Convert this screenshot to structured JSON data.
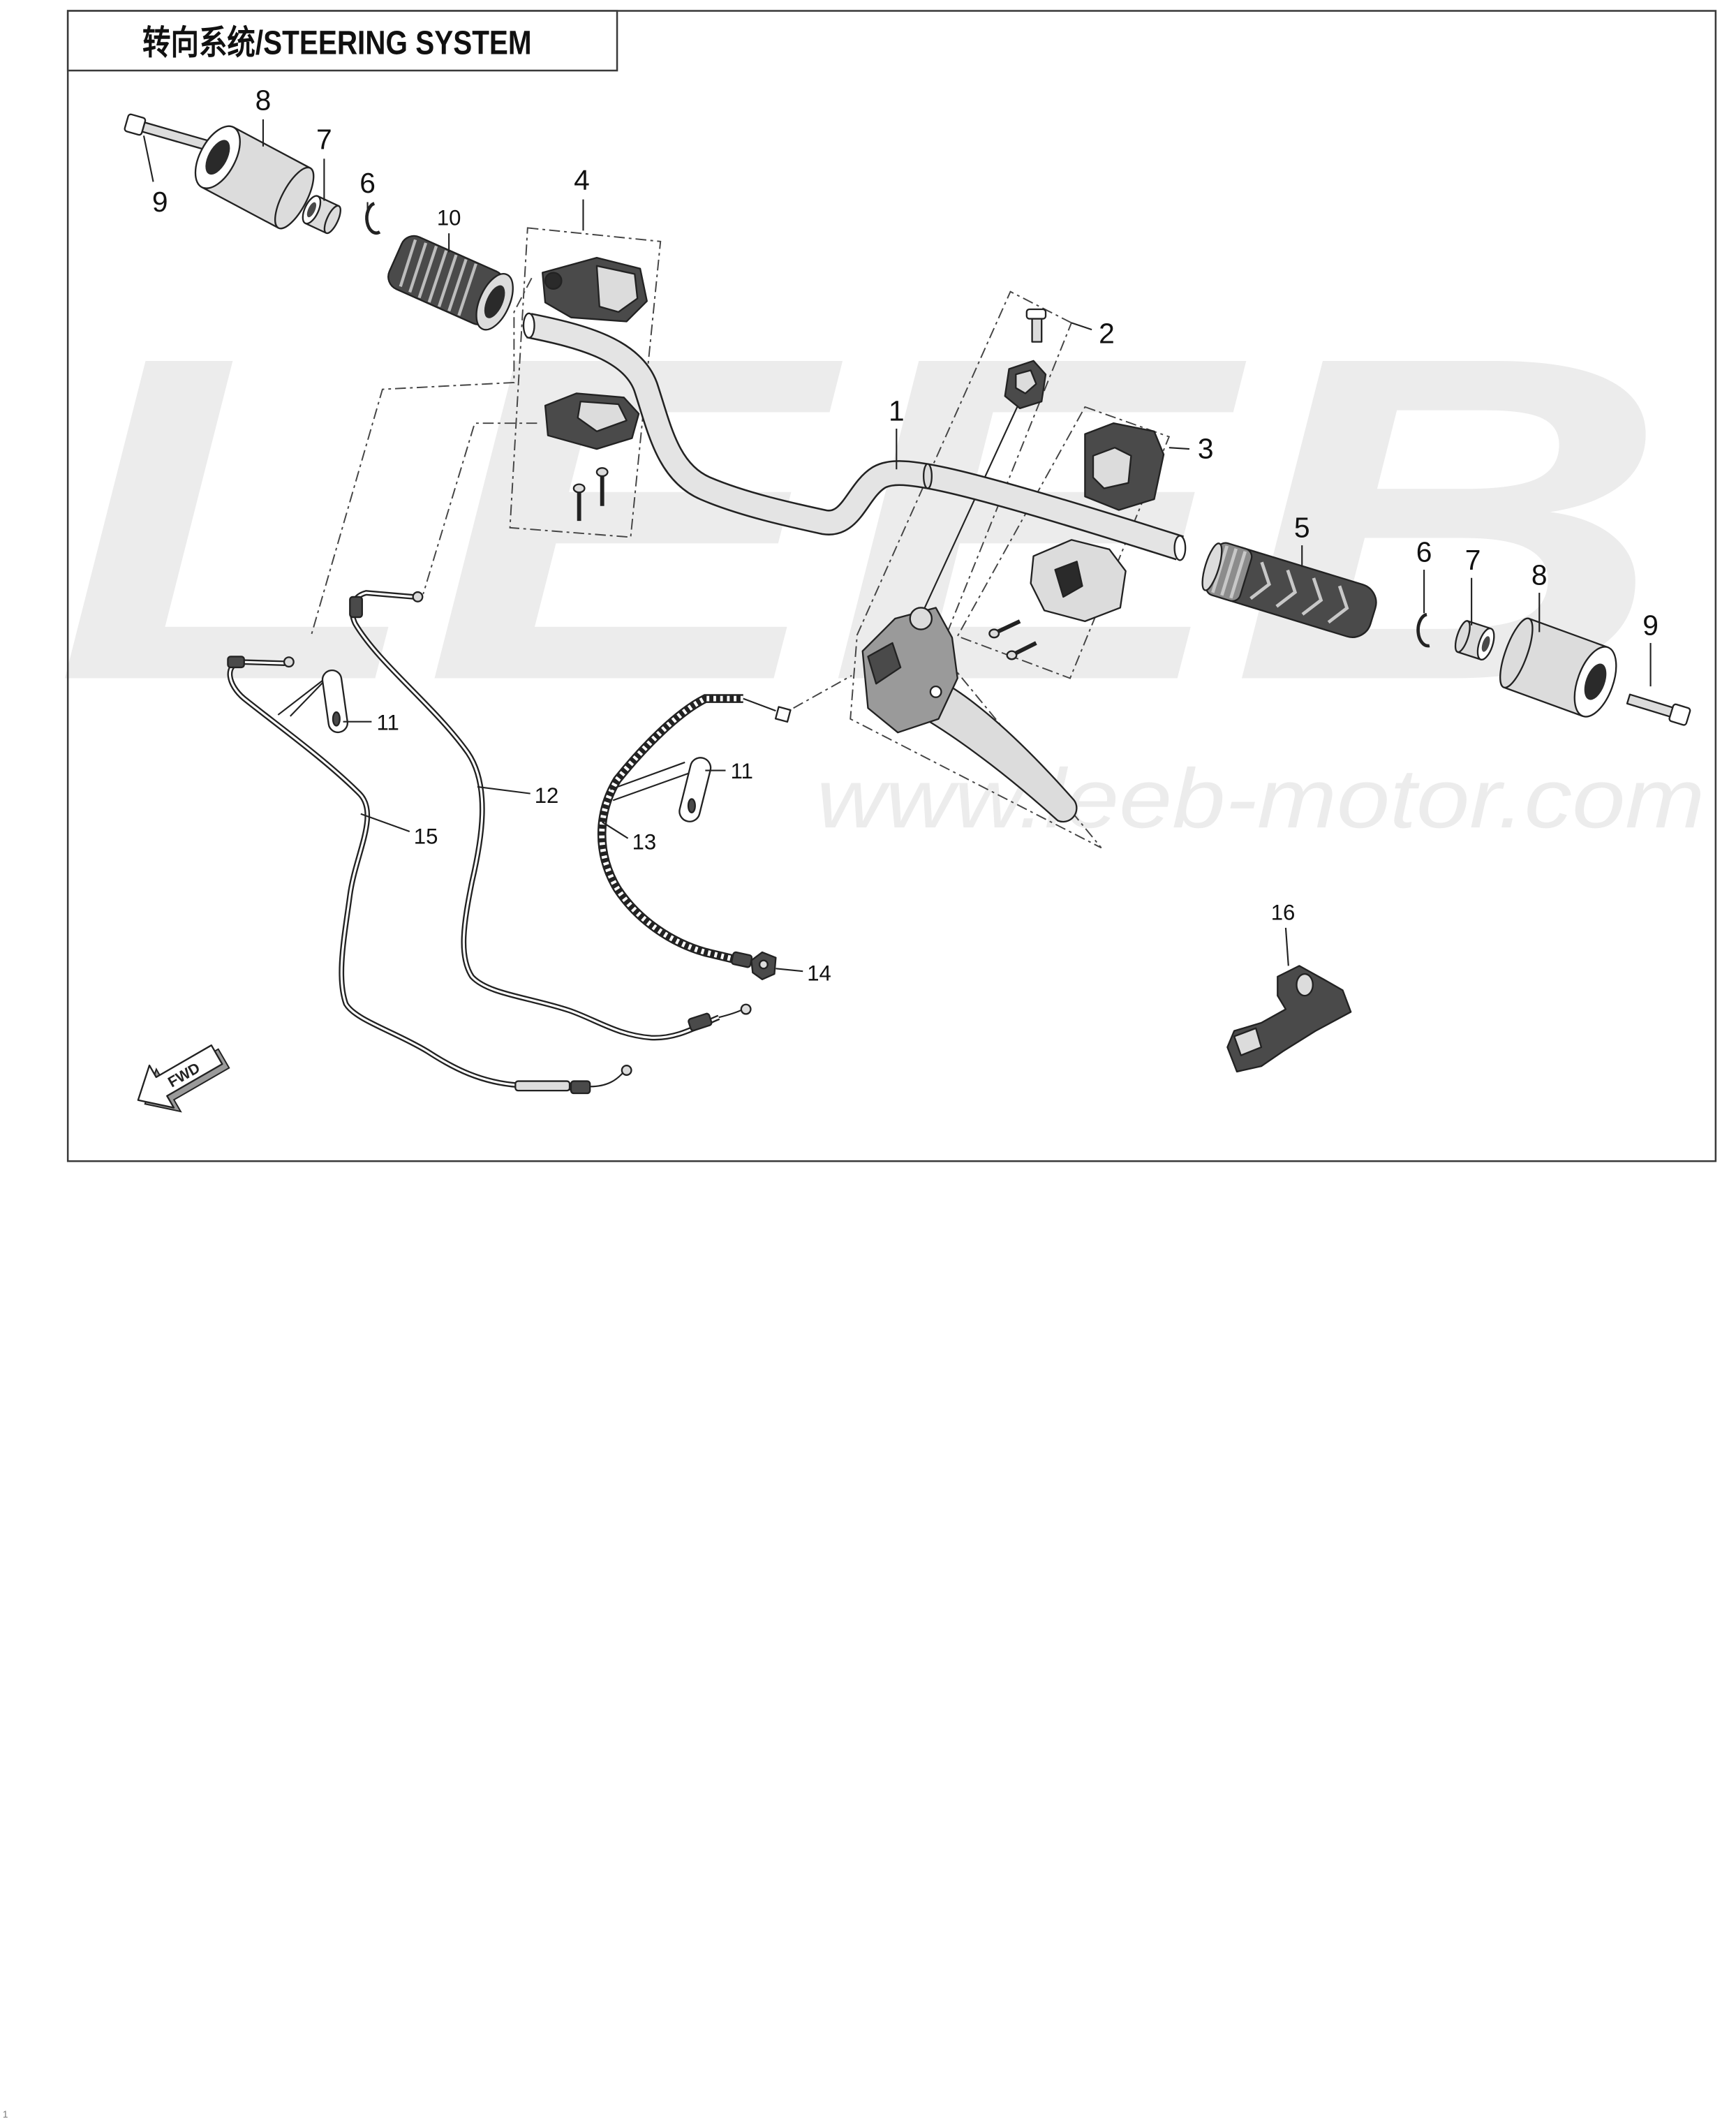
{
  "title": "转向系统/STEERING SYSTEM",
  "watermark": {
    "brand": "LEEB",
    "website": "www.leeb-motor.com"
  },
  "callouts": [
    "8",
    "7",
    "6",
    "9",
    "10",
    "4",
    "2",
    "1",
    "3",
    "5",
    "6",
    "7",
    "8",
    "9",
    "11",
    "11",
    "12",
    "15",
    "13",
    "14",
    "16"
  ],
  "fwd_arrow": {
    "label": "FWD"
  },
  "page_number": "1",
  "colors": {
    "line": "#222222",
    "part": "#dcdcdc",
    "dark": "#4a4a4a",
    "wm": "#ececec",
    "frame": "#3a3a3a"
  }
}
